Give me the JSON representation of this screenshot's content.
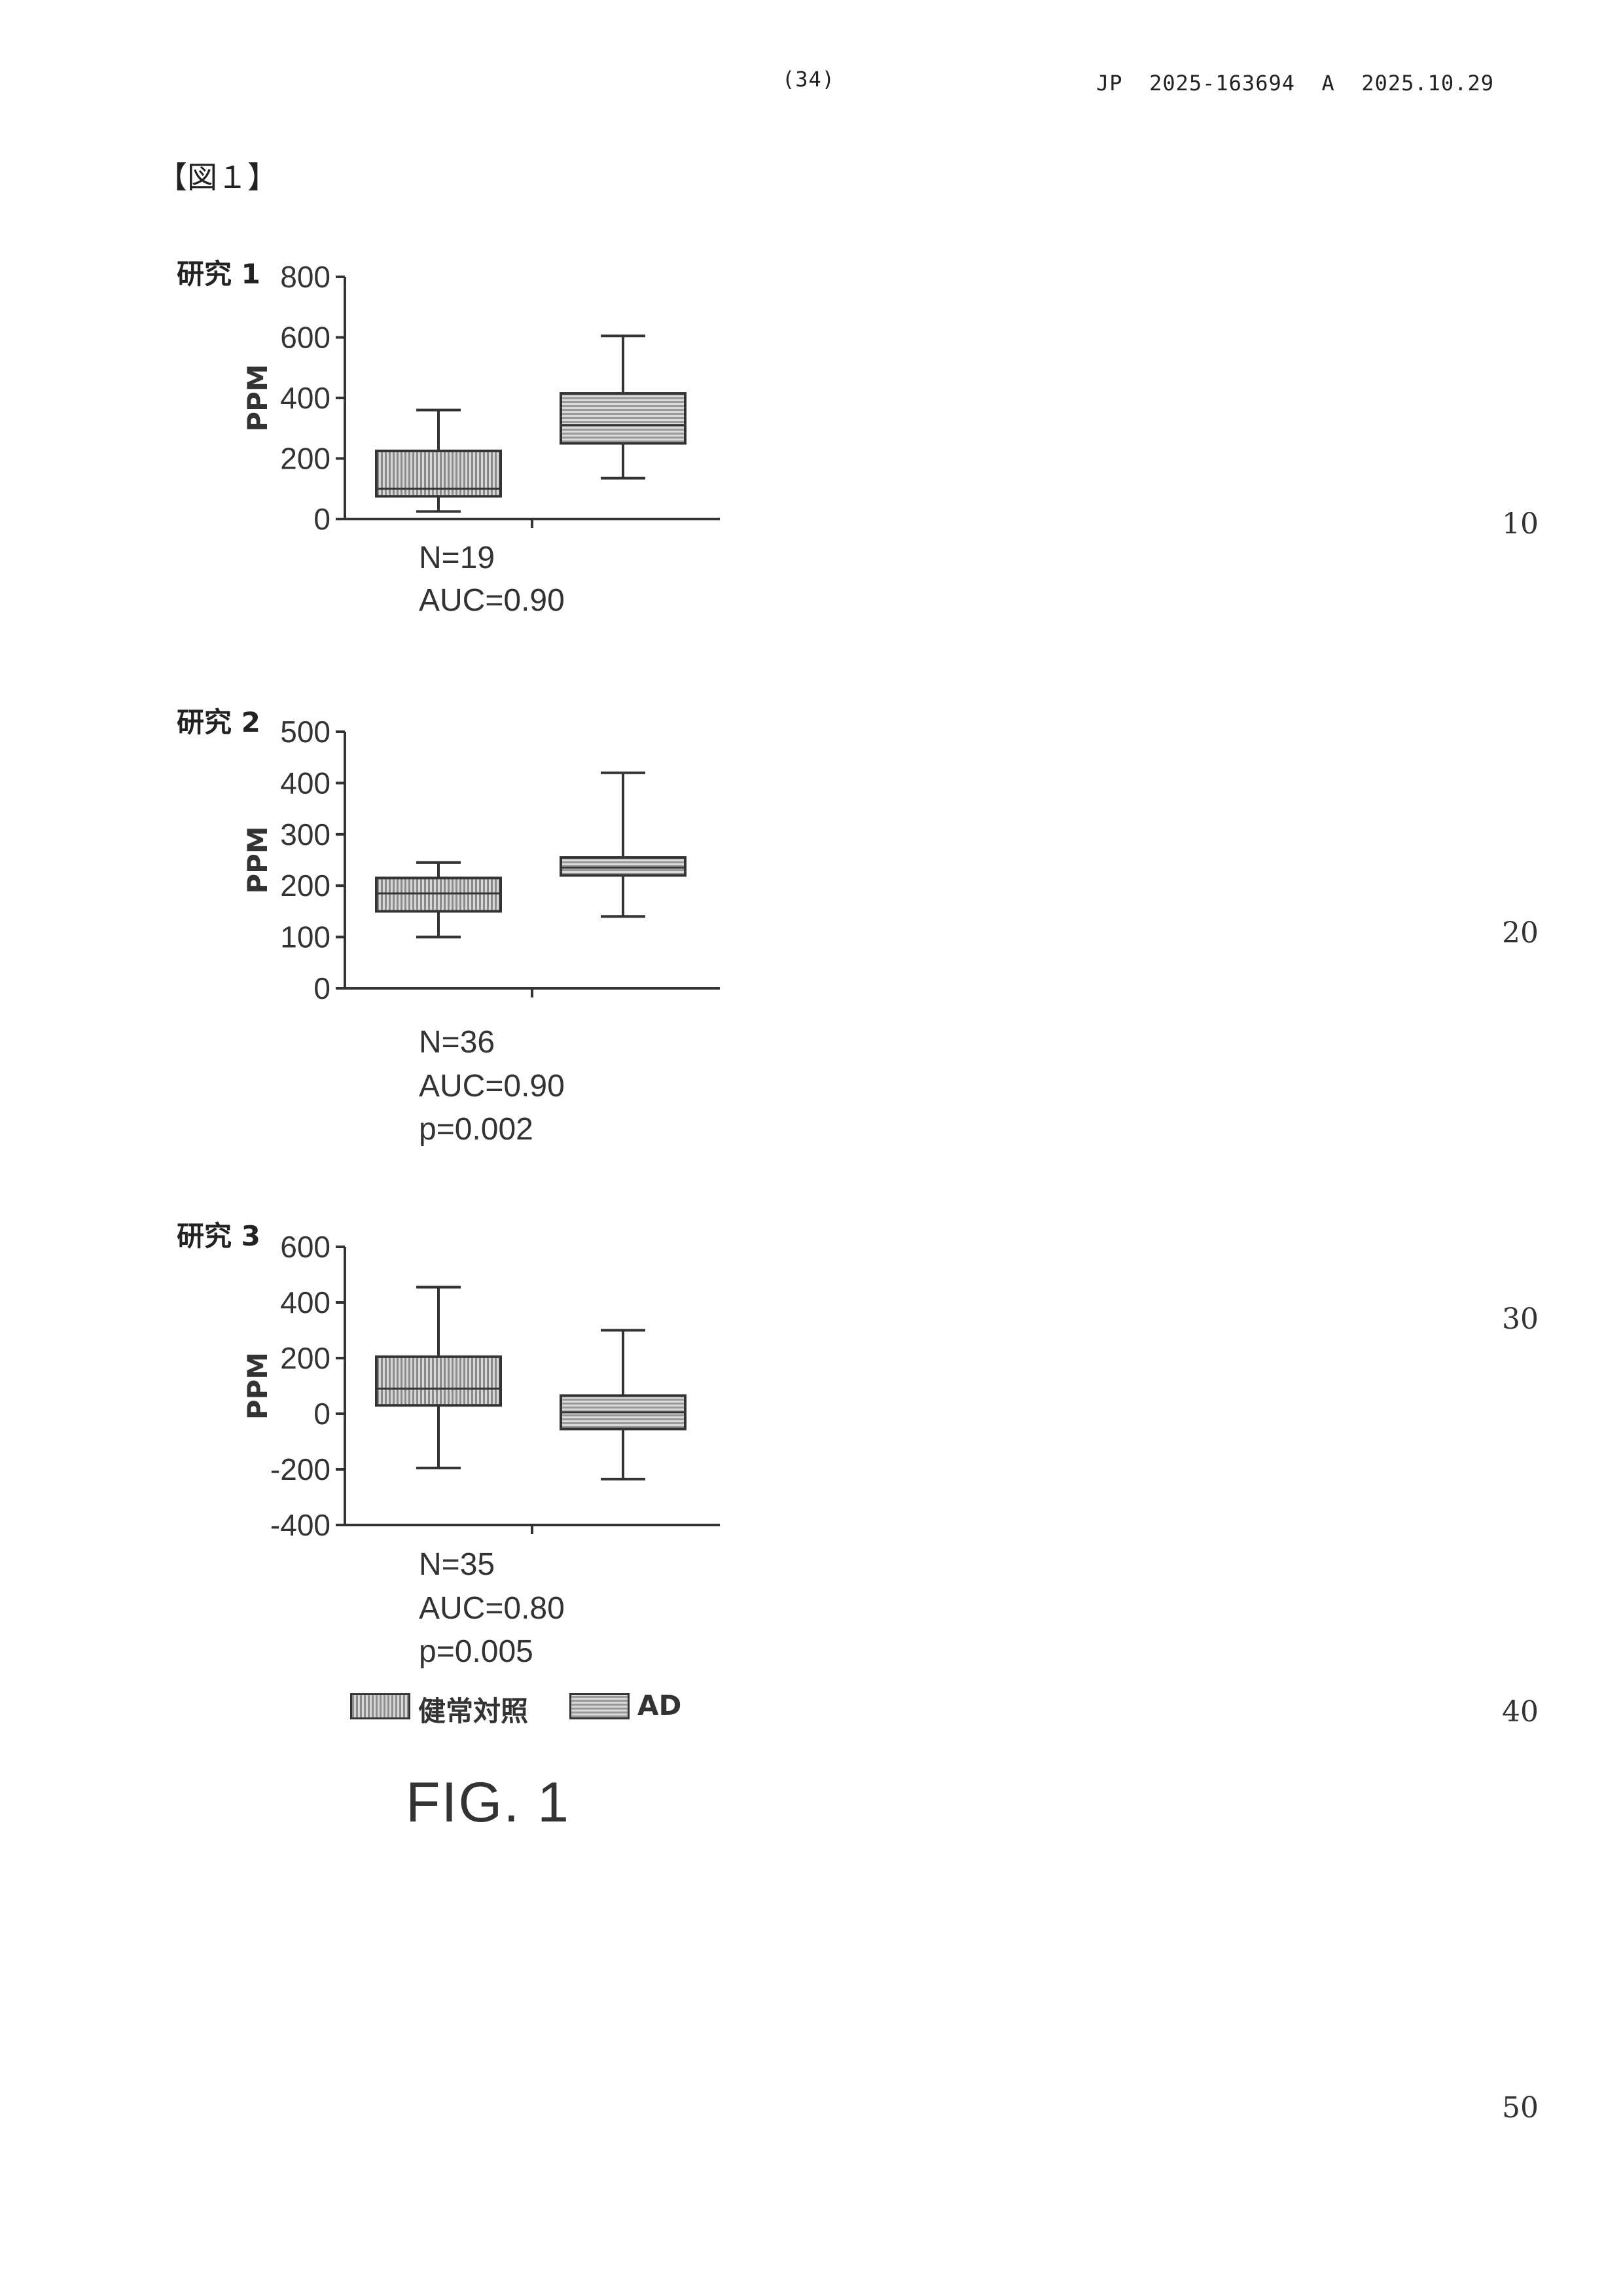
{
  "header": {
    "page_number": "(34)",
    "publication": "JP  2025-163694  A  2025.10.29"
  },
  "figure_label": "【図１】",
  "margin_numbers": [
    "10",
    "20",
    "30",
    "40",
    "50"
  ],
  "legend": {
    "items": [
      {
        "label": "健常対照",
        "pattern": "vertical-hatch"
      },
      {
        "label": "AD",
        "pattern": "horizontal-hatch"
      }
    ]
  },
  "figure_caption": "FIG. 1",
  "chart_data": [
    {
      "type": "box",
      "title": "研究 1",
      "ylabel": "PPM",
      "ylim": [
        0,
        800
      ],
      "yticks": [
        "0",
        "200",
        "400",
        "600",
        "800"
      ],
      "groups": [
        {
          "name": "健常対照",
          "min": 25,
          "q1": 75,
          "median": 100,
          "q3": 225,
          "max": 360
        },
        {
          "name": "AD",
          "min": 135,
          "q1": 250,
          "median": 310,
          "q3": 415,
          "max": 605
        }
      ],
      "stats": [
        "N=19",
        "AUC=0.90"
      ]
    },
    {
      "type": "box",
      "title": "研究 2",
      "ylabel": "PPM",
      "ylim": [
        0,
        500
      ],
      "yticks": [
        "0",
        "100",
        "200",
        "300",
        "400",
        "500"
      ],
      "groups": [
        {
          "name": "健常対照",
          "min": 100,
          "q1": 150,
          "median": 185,
          "q3": 215,
          "max": 245
        },
        {
          "name": "AD",
          "min": 140,
          "q1": 220,
          "median": 235,
          "q3": 255,
          "max": 420
        }
      ],
      "stats": [
        "N=36",
        "AUC=0.90",
        "p=0.002"
      ]
    },
    {
      "type": "box",
      "title": "研究 3",
      "ylabel": "PPM",
      "ylim": [
        -400,
        600
      ],
      "yticks": [
        "-400",
        "-200",
        "0",
        "200",
        "400",
        "600"
      ],
      "groups": [
        {
          "name": "健常対照",
          "min": -195,
          "q1": 30,
          "median": 90,
          "q3": 205,
          "max": 455
        },
        {
          "name": "AD",
          "min": -235,
          "q1": -55,
          "median": 5,
          "q3": 65,
          "max": 300
        }
      ],
      "stats": [
        "N=35",
        "AUC=0.80",
        "p=0.005"
      ]
    }
  ]
}
